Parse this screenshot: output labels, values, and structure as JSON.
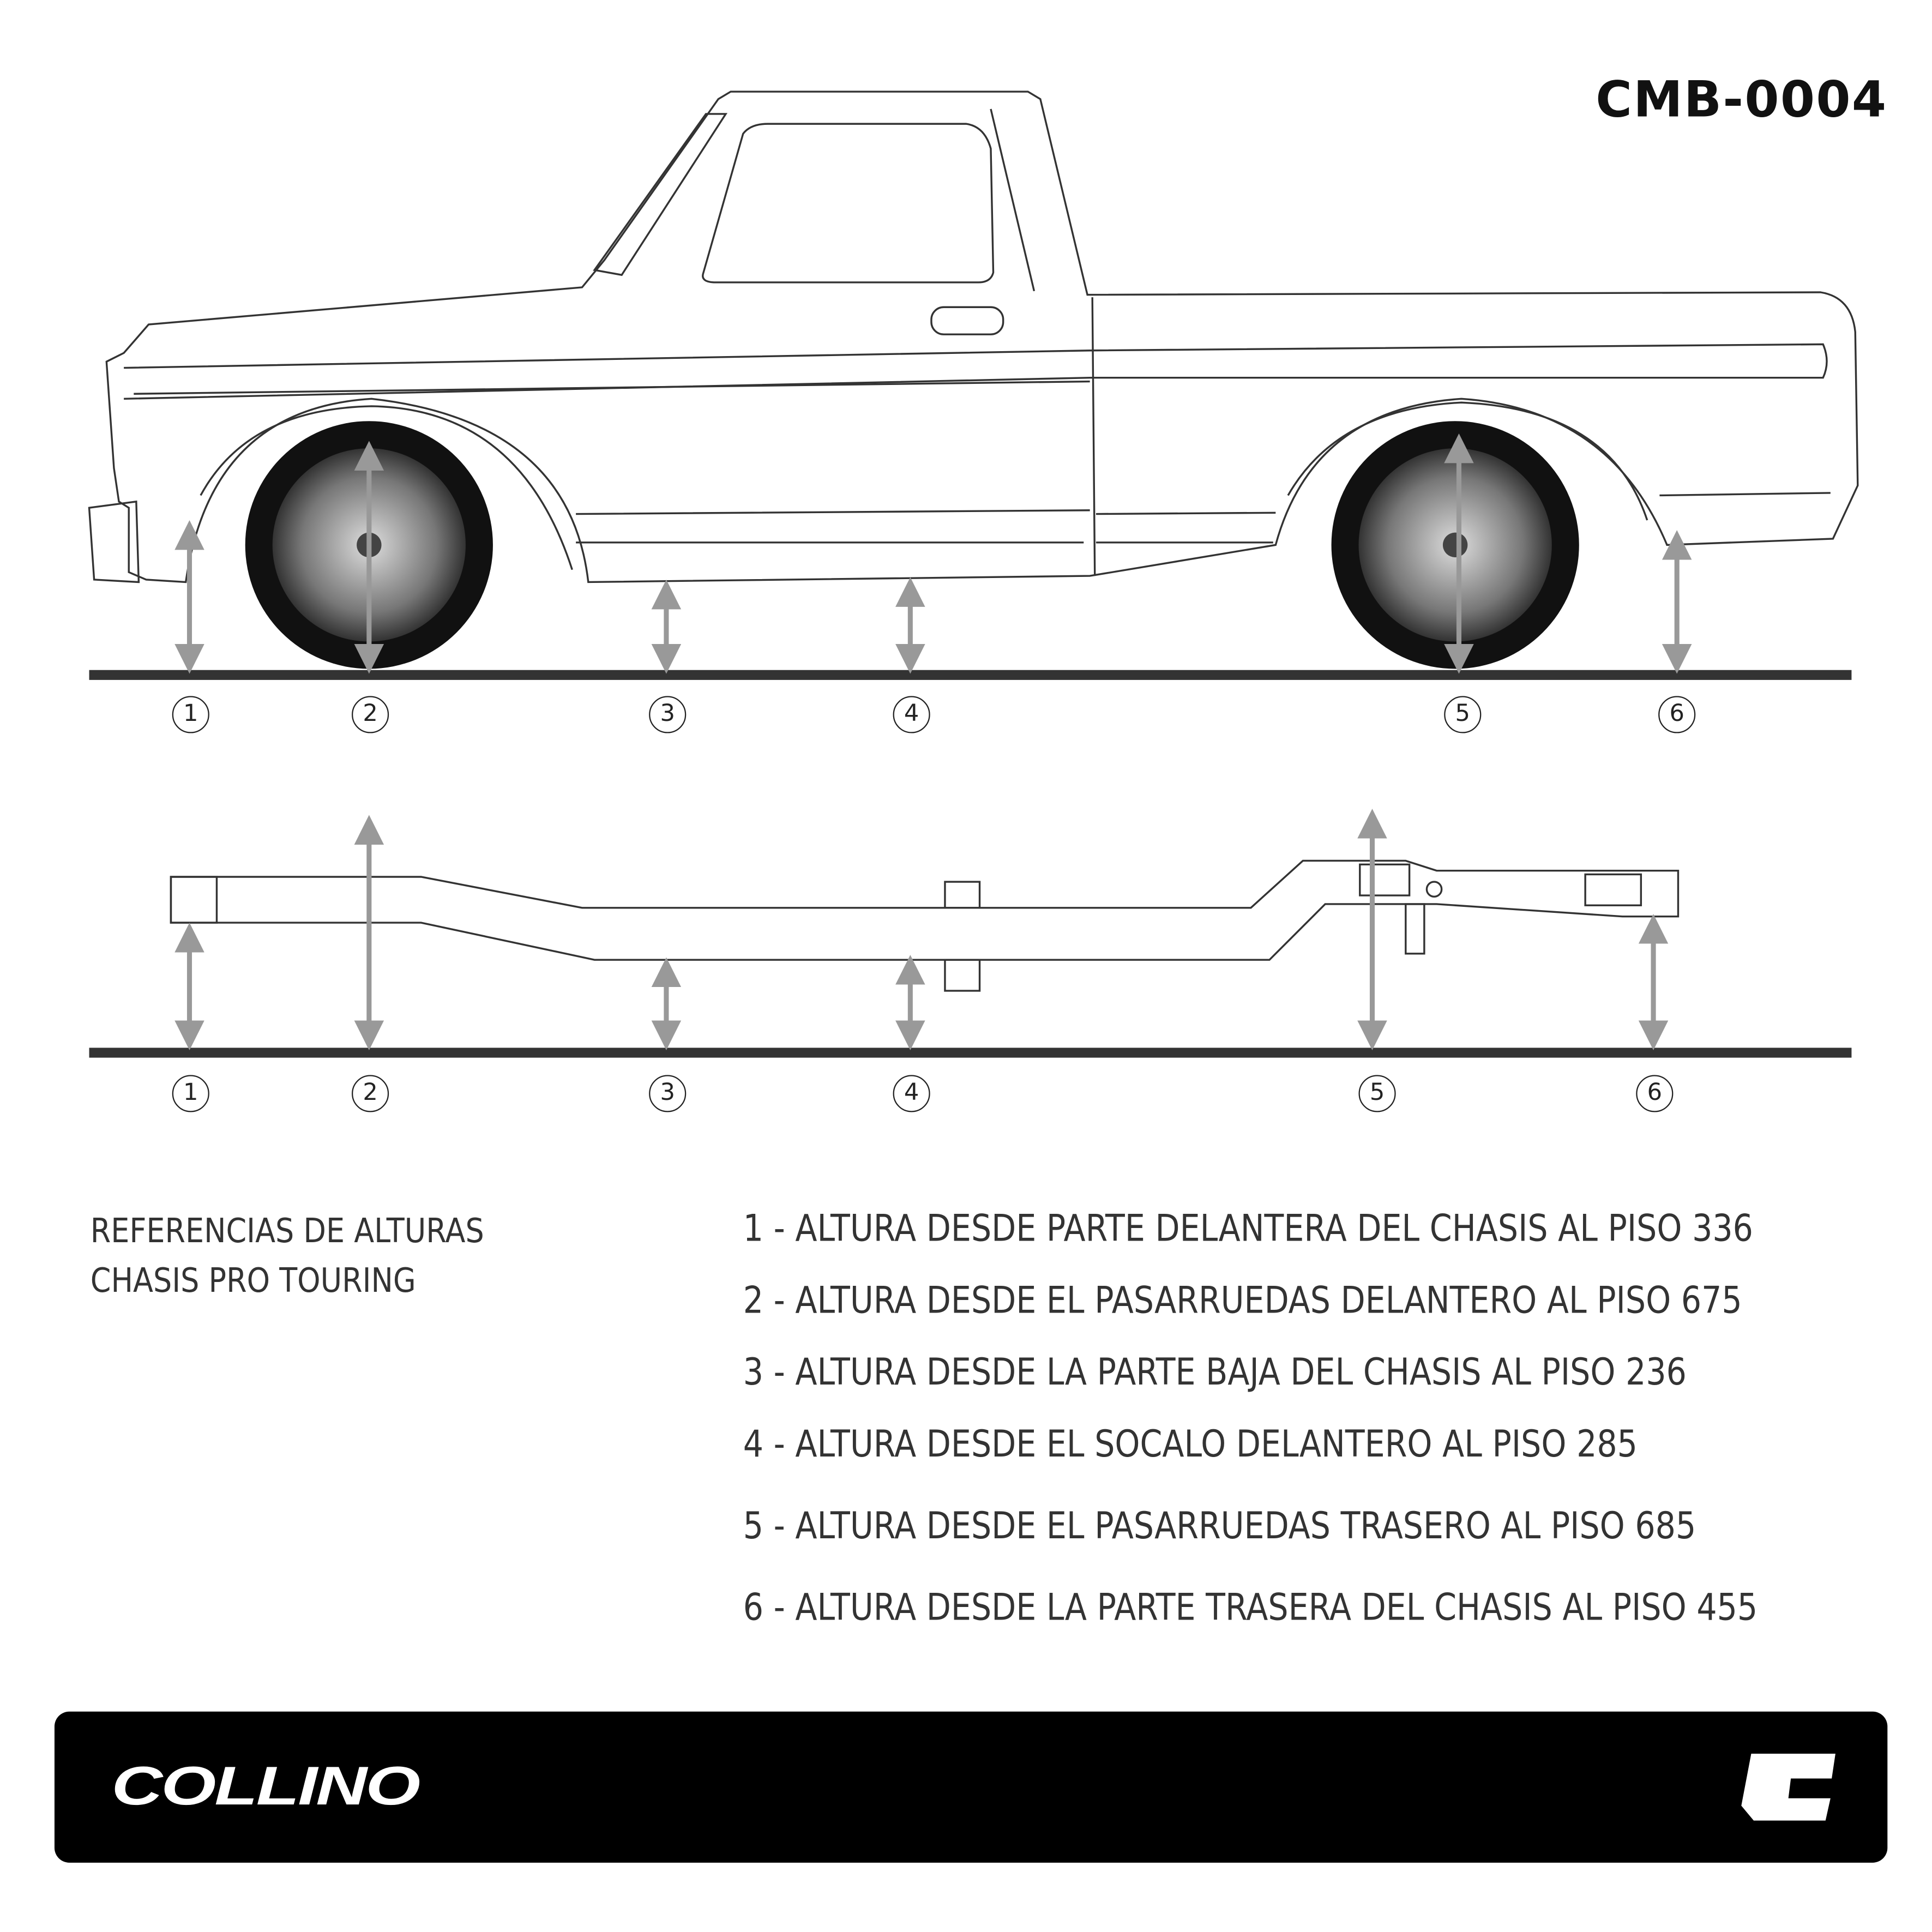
{
  "code": "CMB-0004",
  "markers_truck": [
    "1",
    "2",
    "3",
    "4",
    "5",
    "6"
  ],
  "markers_chassis": [
    "1",
    "2",
    "3",
    "4",
    "5",
    "6"
  ],
  "references": {
    "line1": "REFERENCIAS DE ALTURAS",
    "line2": "CHASIS PRO TOURING"
  },
  "items": [
    "1 - ALTURA DESDE PARTE DELANTERA DEL CHASIS AL PISO 336",
    "2 - ALTURA DESDE EL PASARRUEDAS DELANTERO AL PISO 675",
    "3 - ALTURA DESDE LA PARTE BAJA DEL CHASIS AL PISO 236",
    "4 - ALTURA DESDE EL SOCALO DELANTERO AL PISO 285",
    "5 - ALTURA DESDE EL PASARRUEDAS TRASERO AL PISO 685",
    "6 - ALTURA DESDE LA PARTE TRASERA DEL CHASIS AL PISO 455"
  ],
  "brand": "COLLINO",
  "colors": {
    "ground": "#333333",
    "arrow": "#999999",
    "footer": "#000000"
  }
}
